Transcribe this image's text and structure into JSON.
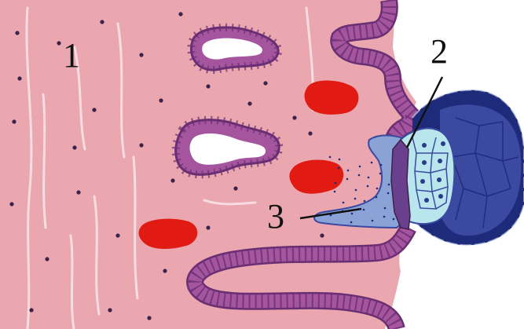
{
  "labels": {
    "label_1": "1",
    "label_2": "2",
    "label_3": "3"
  },
  "colors": {
    "stroma": "#eaa7b0",
    "stroma_light": "#f3c4cb",
    "epithelium": "#a4559e",
    "epithelium_dark": "#6a2e73",
    "cavity": "#ffffff",
    "rbc": "#e11b14",
    "nucleus": "#3a2248",
    "blastocyst_outer": "#1e2a7a",
    "blastocyst_inner": "#3b4aa0",
    "cytotrophoblast": "#b9e6ec",
    "syncytiotrophoblast": "#8aa2d6",
    "line": "#111111"
  }
}
